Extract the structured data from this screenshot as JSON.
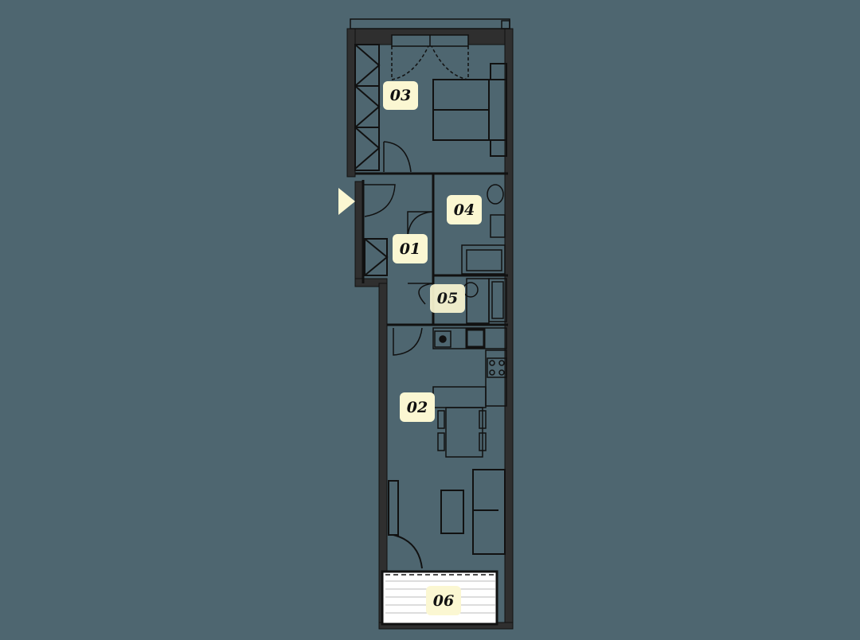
{
  "plan": {
    "background": "#4e6670",
    "wall_color": "#2f2f2f",
    "line_color": "#111111",
    "label_bg": "#fbf7d2",
    "balcony_fill": "#ffffff"
  },
  "rooms": [
    {
      "id": "03",
      "label": "03"
    },
    {
      "id": "04",
      "label": "04"
    },
    {
      "id": "01",
      "label": "01"
    },
    {
      "id": "05",
      "label": "05"
    },
    {
      "id": "02",
      "label": "02"
    },
    {
      "id": "06",
      "label": "06"
    }
  ],
  "entrance": {
    "icon": "entrance-arrow-icon"
  }
}
